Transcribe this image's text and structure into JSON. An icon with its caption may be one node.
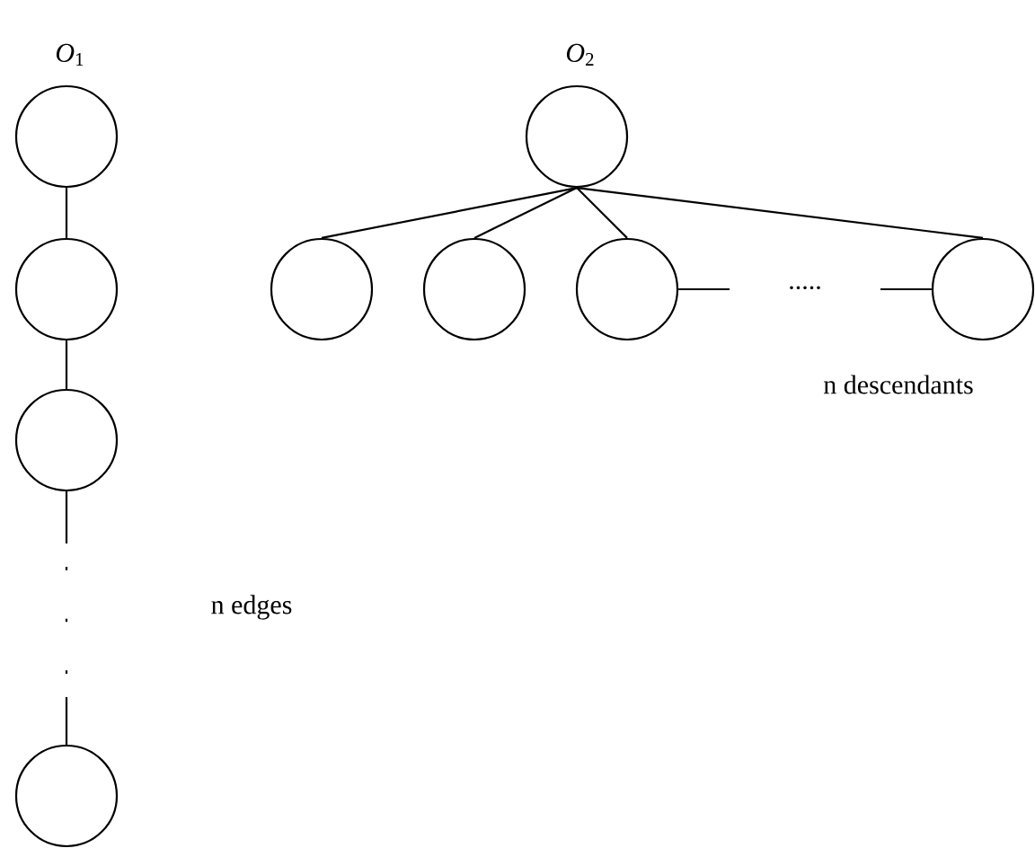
{
  "diagram": {
    "nodes": [
      {
        "text": [
          "*O*$_{1}$"
        ]
      },
      {
        "text": [],
        "shape": "circle"
      },
      {
        "text": [],
        "shape": "circle"
      },
      {
        "text": [],
        "shape": "circle"
      },
      {
        "text": [
          "*O*$_{2}$"
        ]
      },
      {
        "text": [],
        "shape": "circle"
      },
      {
        "text": [],
        "shape": "circle"
      },
      {
        "text": [],
        "shape": "circle"
      },
      {
        "text": [],
        "shape": "circle"
      }
    ],
    "edges": [
      {
        "from": 0,
        "to": 1,
        "arrow": "none"
      },
      {
        "from": 1,
        "to": 2,
        "arrow": "none"
      },
      {
        "from": 2,
        "to": 3,
        "arrow": "none",
        "style": "dashed"
      },
      {
        "from": 4,
        "to": 5,
        "arrow": "none"
      },
      {
        "from": 4,
        "to": 6,
        "arrow": "none"
      },
      {
        "from": 4,
        "to": 7,
        "arrow": "none"
      },
      {
        "from": 4,
        "to": 8,
        "arrow": "none"
      },
      {
        "from": 7,
        "to": 8,
        "arrow": "none",
        "label": "....."
      }
    ],
    "labels": [
      "n descendants",
      "n edges"
    ]
  }
}
